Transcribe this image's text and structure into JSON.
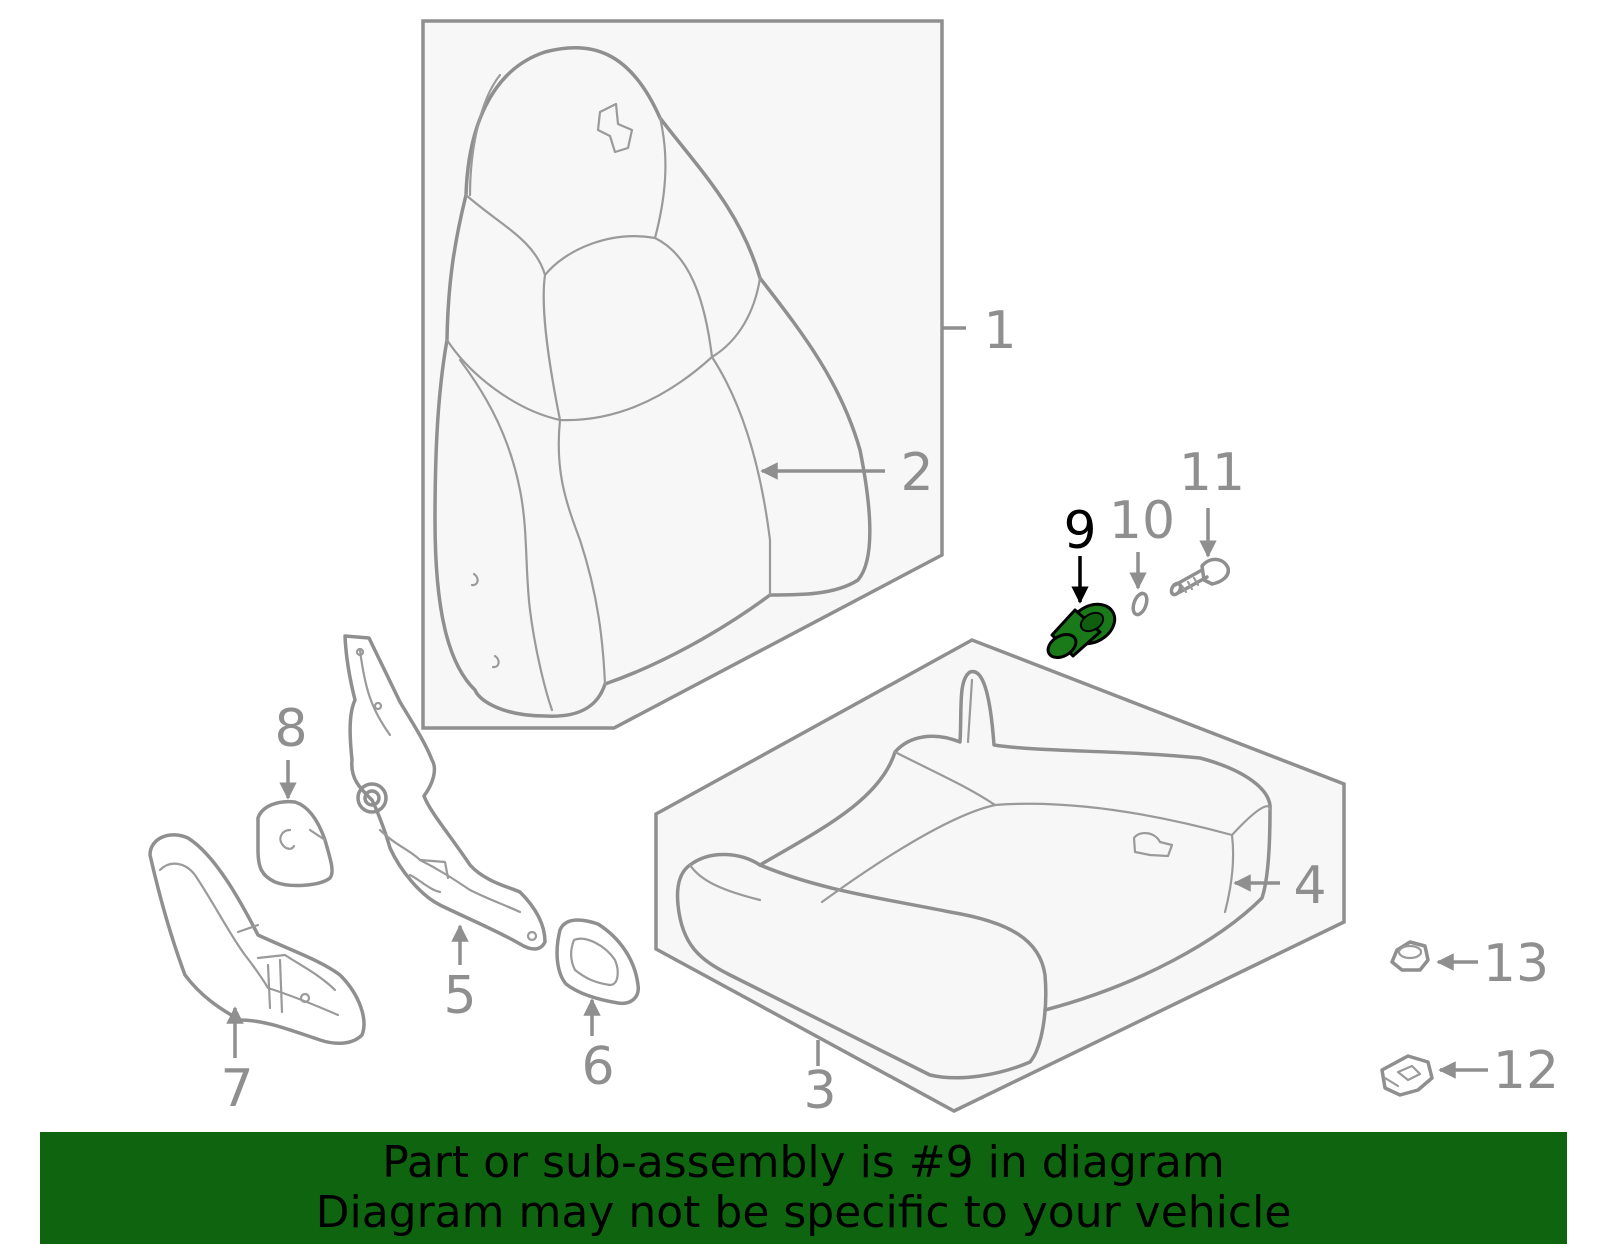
{
  "diagram": {
    "highlight_part": "9",
    "colors": {
      "line": "#8f8f8f",
      "panel": "#f7f7f7",
      "highlight_fill": "#1a7a1a",
      "banner": "#0f650f"
    },
    "callouts": {
      "c1": "1",
      "c2": "2",
      "c3": "3",
      "c4": "4",
      "c5": "5",
      "c6": "6",
      "c7": "7",
      "c8": "8",
      "c9": "9",
      "c10": "10",
      "c11": "11",
      "c12": "12",
      "c13": "13"
    }
  },
  "banner": {
    "line1": "Part or sub-assembly is #9 in diagram",
    "line2": "Diagram may not be specific to your vehicle"
  }
}
